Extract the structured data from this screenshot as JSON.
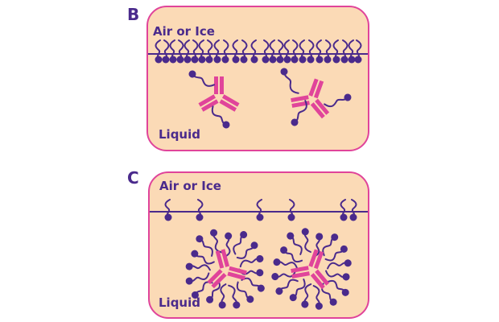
{
  "panels": [
    {
      "letter": "B",
      "top_label": "Air or Ice",
      "bottom_label": "Liquid",
      "state": "surfactant-saturated interface, free antibodies"
    },
    {
      "letter": "C",
      "top_label": "Air or Ice",
      "bottom_label": "Liquid",
      "state": "sparse interface, surfactant-coated antibodies"
    }
  ],
  "colors": {
    "box_fill": "#fbdab6",
    "box_stroke": "#e0449a",
    "surfactant": "#4a2a8c",
    "antibody": "#e0449a",
    "antibody_stripe": "#f7a8d0"
  }
}
